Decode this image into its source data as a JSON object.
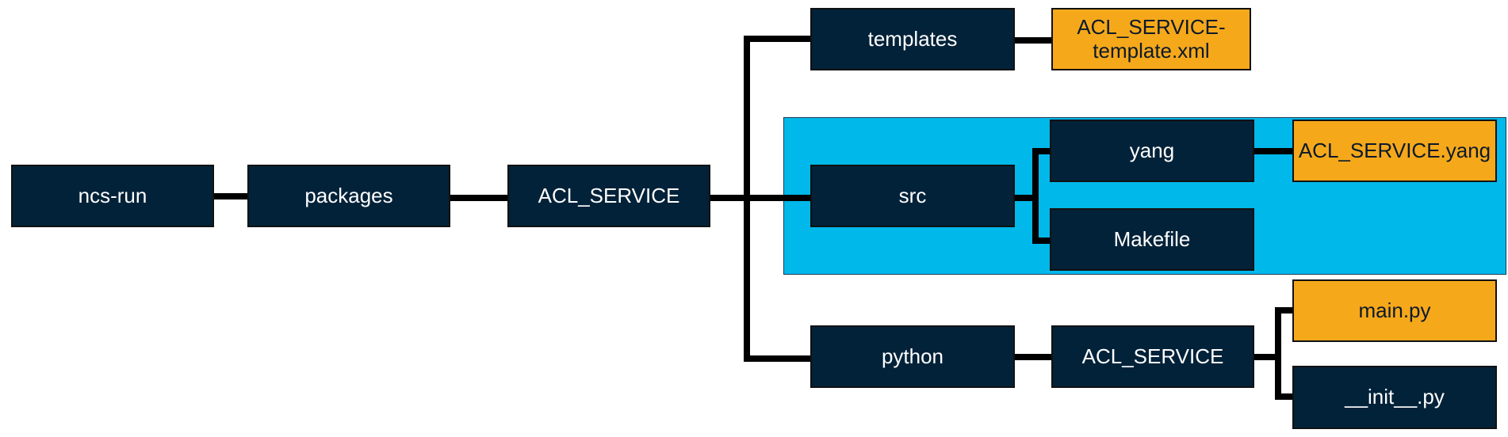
{
  "colors": {
    "folder_bg": "#022239",
    "folder_text": "#ffffff",
    "file_bg": "#f6a81b",
    "file_text": "#0b1a2a",
    "src_region_bg": "#00b8ea",
    "connector": "#000000"
  },
  "nodes": {
    "ncs_run": "ncs-run",
    "packages": "packages",
    "acl_service": "ACL_SERVICE",
    "templates": "templates",
    "template_xml": "ACL_SERVICE-\ntemplate.xml",
    "src": "src",
    "yang": "yang",
    "yang_file": "ACL_SERVICE.yang",
    "makefile": "Makefile",
    "python": "python",
    "python_acl_service": "ACL_SERVICE",
    "main_py": "main.py",
    "init_py": "__init__.py"
  }
}
